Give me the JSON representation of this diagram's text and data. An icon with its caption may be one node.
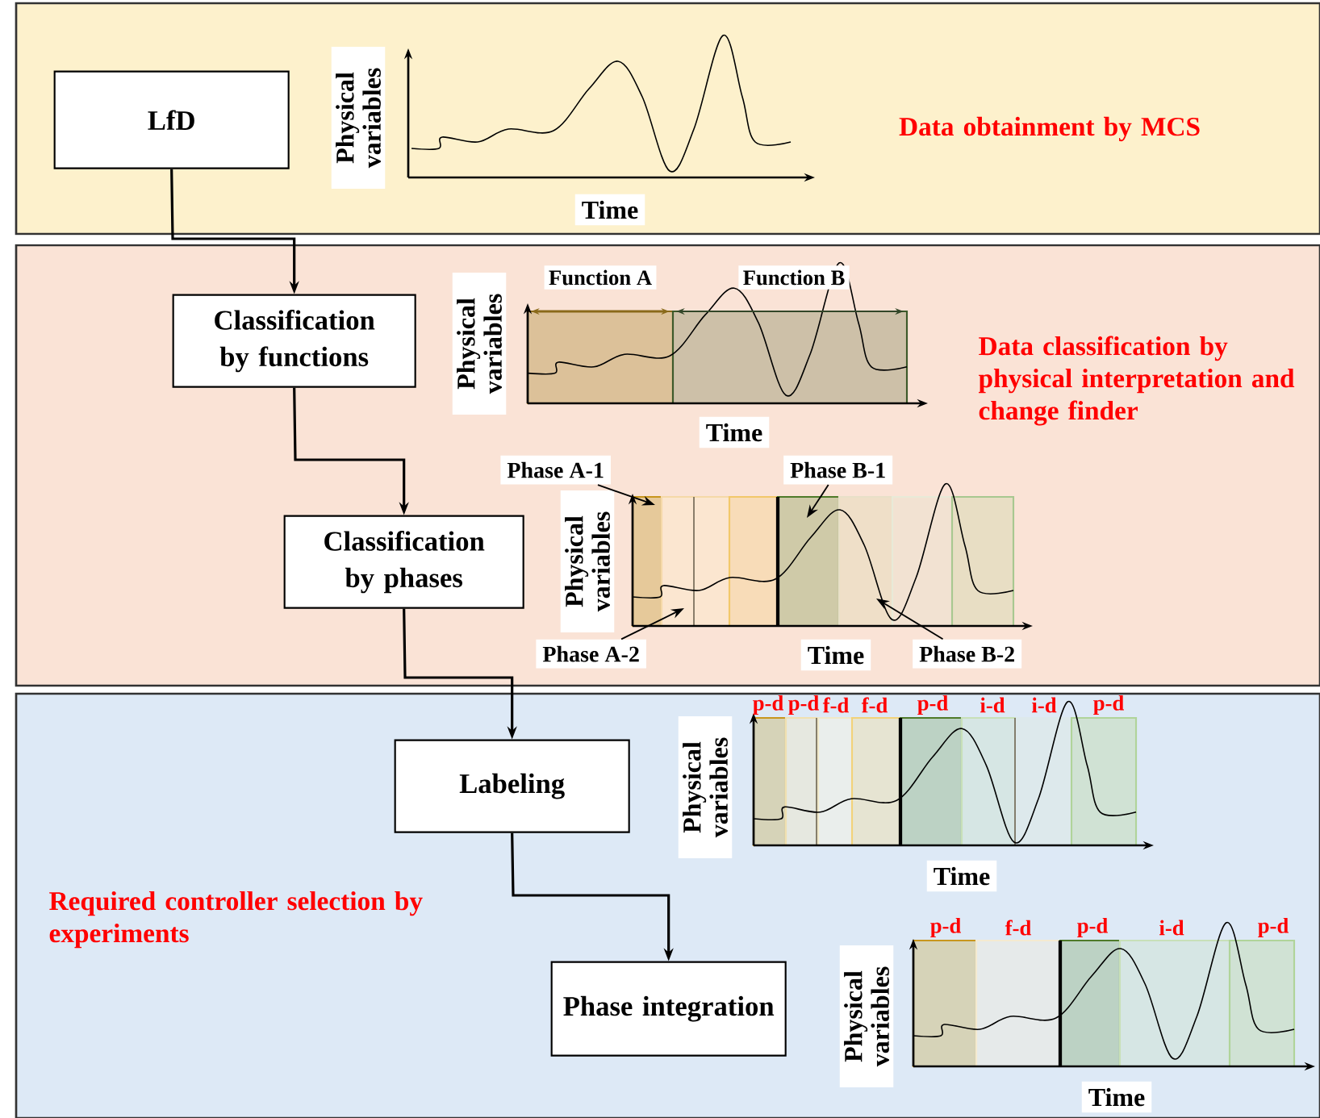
{
  "diagram": {
    "nodes": [
      {
        "text": [
          "Data obtainment by MCS"
        ]
      },
      {
        "text": [
          "LfD"
        ],
        "in": 0
      },
      {
        "text": [
          "Data classification by physical interpretation and change finder"
        ]
      },
      {
        "text": [
          "Classification by functions"
        ],
        "in": 2
      },
      {
        "text": [
          "Phase A-1"
        ],
        "in": 2
      },
      {
        "text": [
          "Phase B-1"
        ],
        "in": 2
      },
      {
        "text": [
          "Classification by phases"
        ],
        "in": 2
      },
      {
        "text": [
          "Phase A-2"
        ],
        "in": 2
      },
      {
        "text": [
          "Phase B-2"
        ],
        "in": 2
      },
      {
        "text": [
          "Required controller selection by experiments"
        ]
      },
      {
        "text": [
          "Labeling"
        ],
        "in": 9
      },
      {
        "text": [
          "Phase integration"
        ],
        "in": 9
      }
    ],
    "edges": [
      {
        "from": 1,
        "to": 3,
        "arrow": "to"
      },
      {
        "from": 3,
        "to": 6,
        "arrow": "to"
      },
      {
        "from": 6,
        "to": 10,
        "arrow": "to"
      },
      {
        "from": 10,
        "to": 11,
        "arrow": "to"
      },
      {
        "from": 4,
        "to": null,
        "arrow": "to"
      },
      {
        "from": 5,
        "to": null,
        "arrow": "to"
      },
      {
        "from": 7,
        "to": null,
        "arrow": "to"
      },
      {
        "from": 8,
        "to": null,
        "arrow": "to"
      }
    ],
    "labels": [
      "Physical variables",
      "Time",
      "Function A",
      "Function B",
      "Physical variables",
      "Time",
      "Physical variables",
      "Time",
      "p-d",
      "p-d",
      "f-d",
      "f-d",
      "p-d",
      "i-d",
      "i-d",
      "p-d",
      "Physical variables",
      "Time",
      "p-d",
      "f-d",
      "p-d",
      "i-d",
      "p-d",
      "Physical variables",
      "Time"
    ]
  }
}
